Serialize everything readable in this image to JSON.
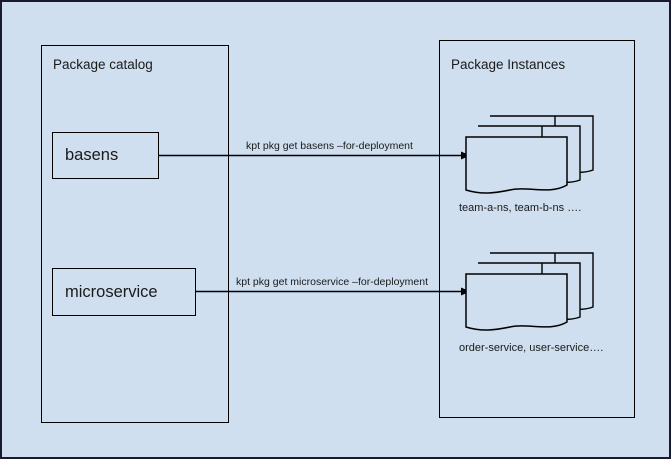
{
  "diagram": {
    "background_color": "#cfdff0",
    "border_color": "#1a1a2e",
    "stroke_color": "#000000",
    "containers": [
      {
        "id": "package-catalog",
        "title": "Package catalog"
      },
      {
        "id": "package-instances",
        "title": "Package Instances"
      }
    ],
    "packages": [
      {
        "id": "basens",
        "label": "basens"
      },
      {
        "id": "microservice",
        "label": "microservice"
      }
    ],
    "edges": [
      {
        "id": "basens-edge",
        "label": "kpt pkg get basens –for-deployment",
        "from": "basens",
        "to": "basens-instances"
      },
      {
        "id": "microservice-edge",
        "label": "kpt pkg get microservice –for-deployment",
        "from": "microservice",
        "to": "microservice-instances"
      }
    ],
    "instance_stacks": [
      {
        "id": "basens-instances",
        "caption": "team-a-ns, team-b-ns …."
      },
      {
        "id": "microservice-instances",
        "caption": "order-service, user-service…."
      }
    ]
  }
}
